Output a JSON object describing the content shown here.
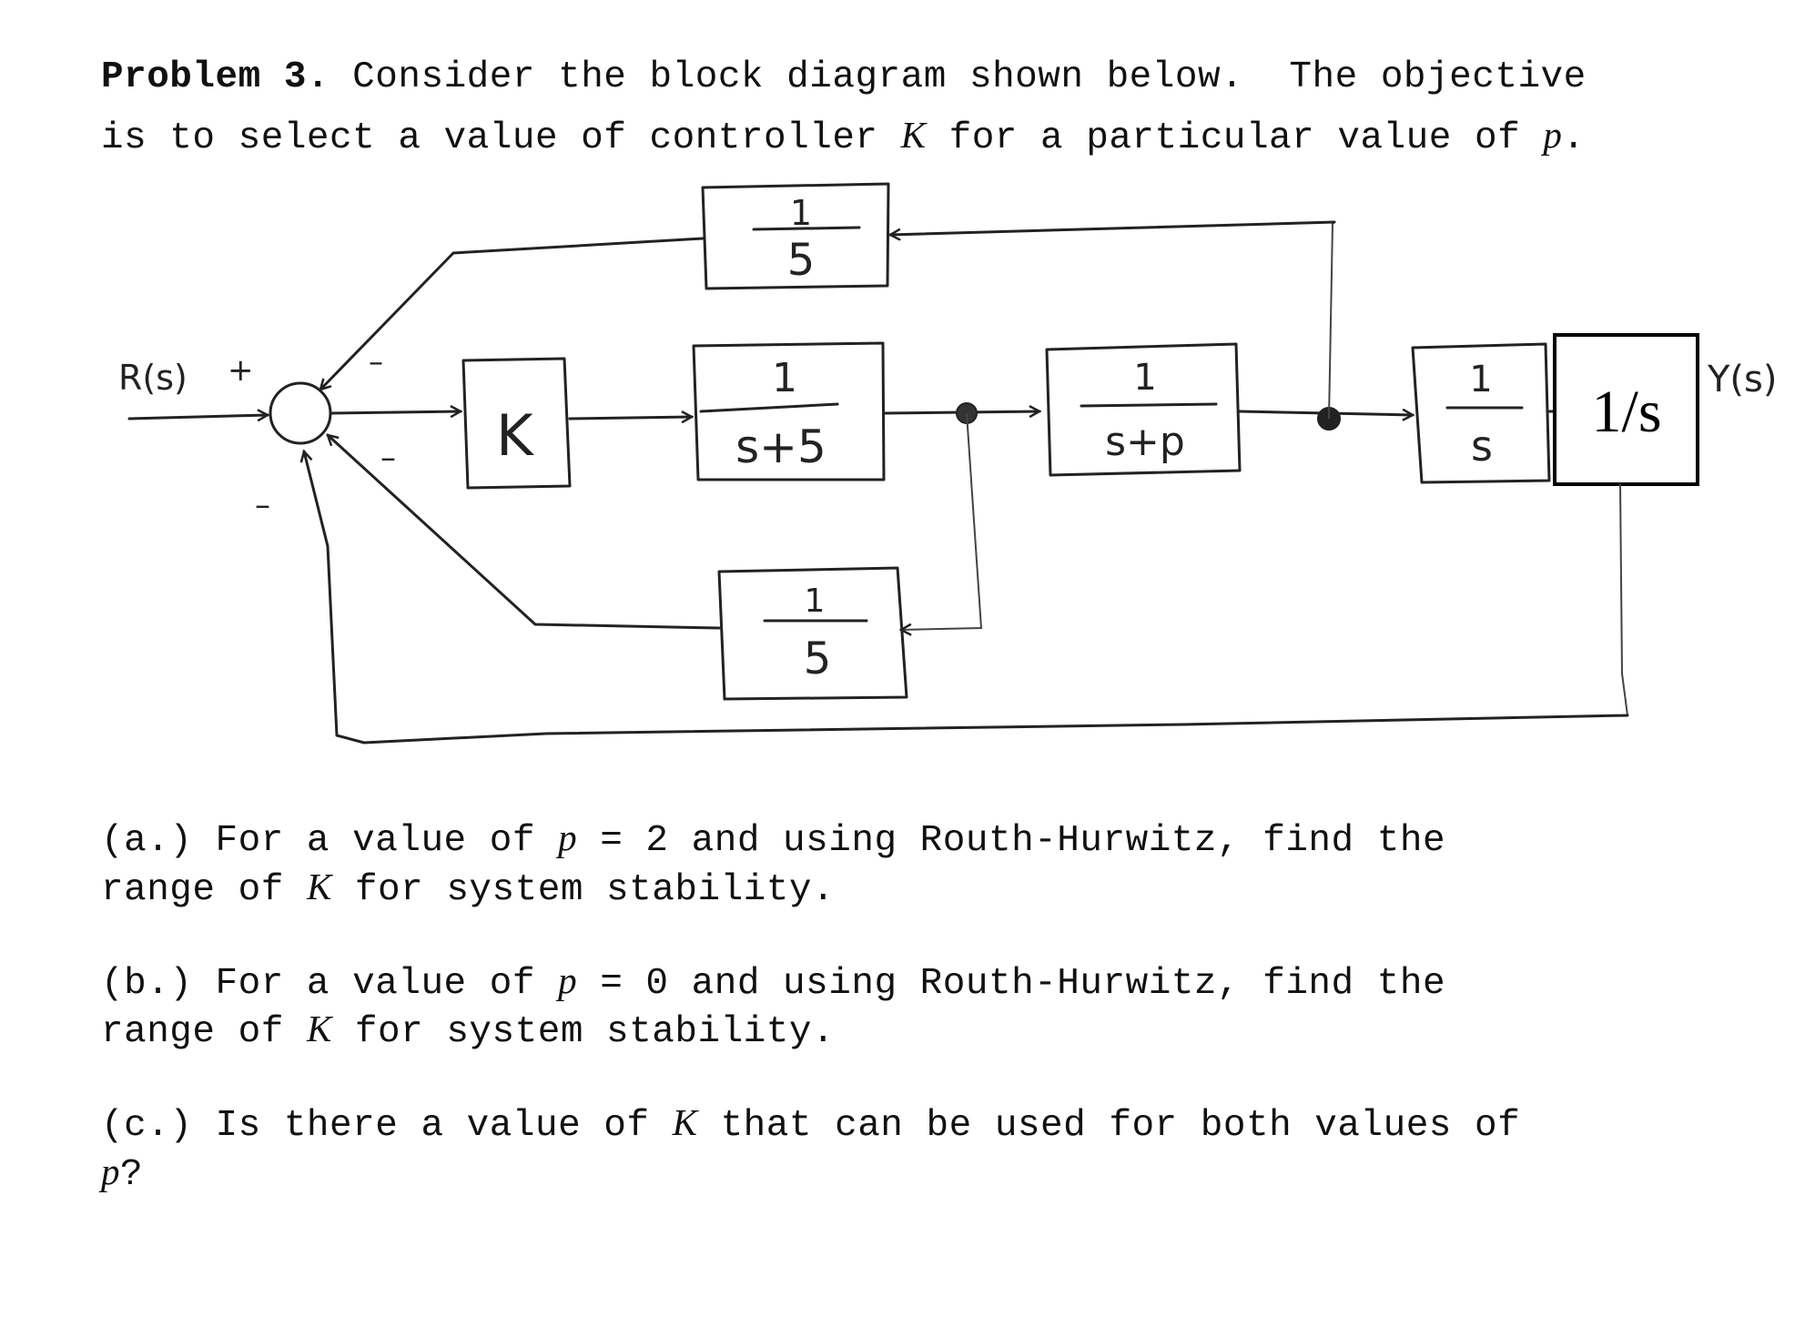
{
  "problem": {
    "label": "Problem 3.",
    "intro_line1_rest": " Consider the block diagram shown below.  The objective",
    "intro_line2_a": "is to select a value of controller ",
    "intro_line2_K": "K",
    "intro_line2_b": " for a particular value of ",
    "intro_line2_p": "p",
    "intro_line2_c": "."
  },
  "diagram": {
    "input_label": "R(s)",
    "output_label": "Y(s)",
    "sum_signs": {
      "input": "+",
      "top_feedback": "–",
      "bottom_feedback": "–",
      "outer_feedback": "–"
    },
    "blocks": {
      "controller": "K",
      "plant1_num": "1",
      "plant1_den": "s+5",
      "plant2_num": "1",
      "plant2_den": "s+p",
      "integrator_hand_num": "1",
      "integrator_hand_den": "s",
      "integrator_typed": "1/s",
      "top_feedback_num": "1",
      "top_feedback_den": "5",
      "bottom_feedback_num": "1",
      "bottom_feedback_den": "5"
    }
  },
  "questions": {
    "a": {
      "line1_a": "(a.) For a value of ",
      "p": "p",
      "line1_b": " = 2 and using Routh-Hurwitz, find the",
      "line2_a": "range of ",
      "K": "K",
      "line2_b": " for system stability."
    },
    "b": {
      "line1_a": "(b.) For a value of ",
      "p": "p",
      "line1_b": " = 0 and using Routh-Hurwitz, find the",
      "line2_a": "range of ",
      "K": "K",
      "line2_b": " for system stability."
    },
    "c": {
      "line1_a": "(c.) Is there a value of ",
      "K": "K",
      "line1_b": " that can be used for both values of",
      "line2_p": "p",
      "line2_b": "?"
    }
  }
}
